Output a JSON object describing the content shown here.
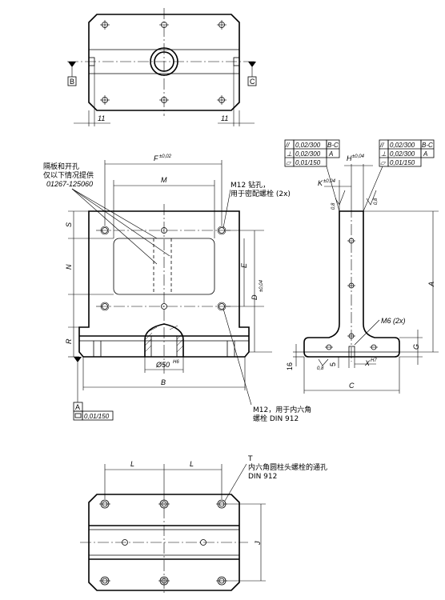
{
  "top_view": {
    "datum_b": "B",
    "datum_c": "C",
    "dim_left": "11",
    "dim_right": "11"
  },
  "front_view": {
    "dim_f": "F",
    "dim_f_tol": "±0,02",
    "dim_m": "M",
    "dim_s": "S",
    "dim_n": "N",
    "dim_r": "R",
    "dim_e": "E",
    "dim_d": "D",
    "dim_d_tol": "±0,04",
    "dim_b": "B",
    "bore": "Ø50",
    "bore_tol": "H6",
    "note_left_1": "隔板和开孔",
    "note_left_2": "仅以下情况提供",
    "note_left_3": "01267-125060",
    "note_m12_drill_1": "M12 钻孔，",
    "note_m12_drill_2": "用于密配螺栓 (2x)",
    "note_m12_hex_1": "M12，用于内六角",
    "note_m12_hex_2": "螺栓 DIN 912",
    "datum_a": "A",
    "flatness": "0,01/150"
  },
  "side_view": {
    "gdt_left": [
      {
        "sym": "//",
        "val": "0,02/300",
        "ref": "B-C"
      },
      {
        "sym": "⊥",
        "val": "0,02/300",
        "ref": "A"
      },
      {
        "sym": "▱",
        "val": "0,01/150",
        "ref": ""
      }
    ],
    "gdt_right": [
      {
        "sym": "//",
        "val": "0,02/300",
        "ref": "B-C"
      },
      {
        "sym": "⊥",
        "val": "0,02/300",
        "ref": "A"
      },
      {
        "sym": "▱",
        "val": "0,01/150",
        "ref": ""
      }
    ],
    "dim_h": "H",
    "dim_h_tol": "±0,04",
    "dim_k": "K",
    "dim_k_tol": "±0,04",
    "rough_1": "0,8",
    "rough_2": "0,8",
    "rough_3": "0,8",
    "dim_a": "A",
    "dim_g": "G",
    "dim_16": "16",
    "dim_5": "5",
    "dim_x": "X",
    "dim_x_tol": "H7",
    "dim_c": "C",
    "note_m6": "M6 (2x)"
  },
  "bottom_view": {
    "dim_l1": "L",
    "dim_l2": "L",
    "dim_j": "J",
    "note_t": "T",
    "note_through_1": "内六角圆柱头螺栓的通孔",
    "note_through_2": "DIN 912"
  }
}
